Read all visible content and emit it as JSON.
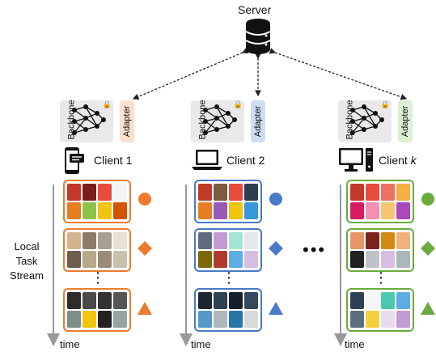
{
  "server": {
    "label": "Server",
    "icon": "database-icon"
  },
  "colors": {
    "orange": "#ee7a2e",
    "blue": "#4a79c8",
    "green": "#6aab3f",
    "adapter_orange": "#fbe0cf",
    "adapter_blue": "#cfdcf1",
    "adapter_green": "#dcefd2"
  },
  "clients": [
    {
      "label": "Client 1",
      "device": "phone-icon",
      "backbone_label": "Backbone",
      "adapter_label": "Adapter"
    },
    {
      "label": "Client 2",
      "device": "laptop-icon",
      "backbone_label": "Backbone",
      "adapter_label": "Adapter"
    },
    {
      "label": "Client k",
      "device": "desktop-icon",
      "backbone_label": "Backbone",
      "adapter_label": "Adapter"
    }
  ],
  "stream": {
    "label_line1": "Local",
    "label_line2": "Task",
    "label_line3": "Stream",
    "time_label": "time"
  },
  "ellipsis": "•••",
  "vdots": "⋮"
}
